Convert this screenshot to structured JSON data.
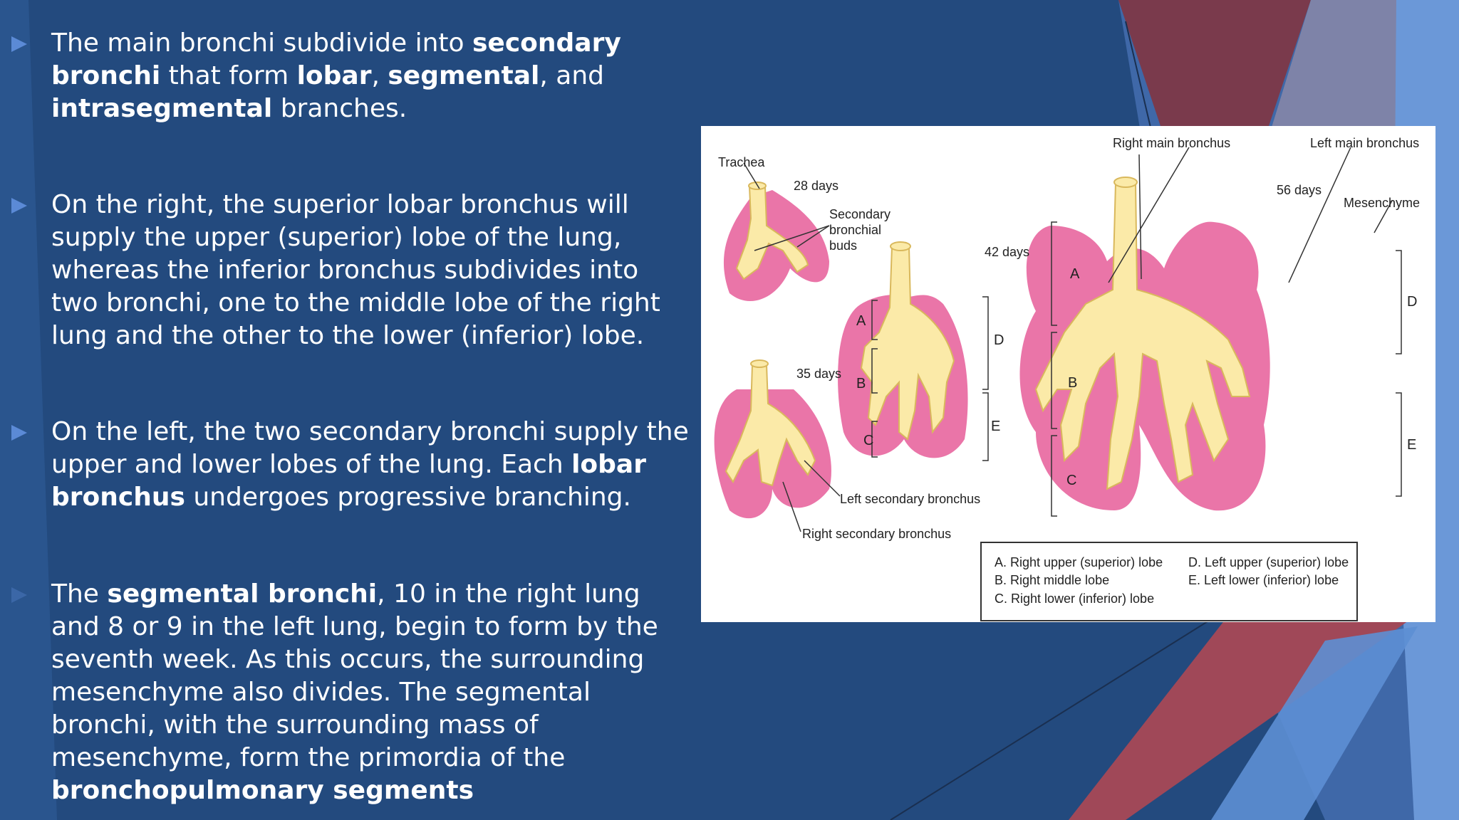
{
  "slide": {
    "bullets": [
      {
        "segments": [
          {
            "t": "The main bronchi subdivide into ",
            "b": false
          },
          {
            "t": "secondary bronchi",
            "b": true
          },
          {
            "t": " that form ",
            "b": false
          },
          {
            "t": "lobar",
            "b": true
          },
          {
            "t": ", ",
            "b": false
          },
          {
            "t": "segmental",
            "b": true
          },
          {
            "t": ", and ",
            "b": false
          },
          {
            "t": "intrasegmental",
            "b": true
          },
          {
            "t": " branches.",
            "b": false
          }
        ]
      },
      {
        "segments": [
          {
            "t": "On the right, the superior lobar bronchus will supply the upper (superior) lobe of the lung, whereas the inferior bronchus subdivides into two bronchi, one to the middle lobe of the right lung and the other to the lower (inferior) lobe.",
            "b": false
          }
        ]
      },
      {
        "segments": [
          {
            "t": " On the left, the two secondary bronchi supply the upper and lower lobes of the lung. Each ",
            "b": false
          },
          {
            "t": "lobar bronchus",
            "b": true
          },
          {
            "t": " undergoes progressive branching.",
            "b": false
          }
        ]
      },
      {
        "segments": [
          {
            "t": "The ",
            "b": false
          },
          {
            "t": "segmental bronchi",
            "b": true
          },
          {
            "t": ", 10 in the right lung and 8 or 9 in the left lung, begin to form by the seventh week. As this occurs, the surrounding mesenchyme also divides. The segmental bronchi, with the surrounding mass of mesenchyme, form the primordia of the ",
            "b": false
          },
          {
            "t": "bronchopulmonary segments",
            "b": true
          }
        ]
      }
    ]
  },
  "figure": {
    "labels": {
      "trachea": "Trachea",
      "days28": "28 days",
      "secondary_buds_1": "Secondary",
      "secondary_buds_2": "bronchial",
      "secondary_buds_3": "buds",
      "days35": "35 days",
      "days42": "42 days",
      "days56": "56 days",
      "right_main": "Right main bronchus",
      "left_main": "Left main bronchus",
      "mesenchyme": "Mesenchyme",
      "left_secondary": "Left secondary bronchus",
      "right_secondary": "Right secondary bronchus",
      "A": "A",
      "B": "B",
      "C": "C",
      "D": "D",
      "E": "E"
    },
    "legend": {
      "a": "A.  Right upper (superior) lobe",
      "b": "B.  Right middle lobe",
      "c": "C.  Right lower (inferior) lobe",
      "d": "D.  Left upper (superior) lobe",
      "e": "E.  Left lower (inferior) lobe"
    },
    "colors": {
      "mesenchyme": "#e8669e",
      "mesenchyme_light": "#f3a8c9",
      "bronchus": "#fbeaa8",
      "bronchus_edge": "#d9b85c"
    }
  },
  "colors": {
    "background": "#234a7e",
    "accent_red": "#8b3a48",
    "accent_blue": "#4c7ecb",
    "bullet_arrow": "#5b8ad6"
  }
}
